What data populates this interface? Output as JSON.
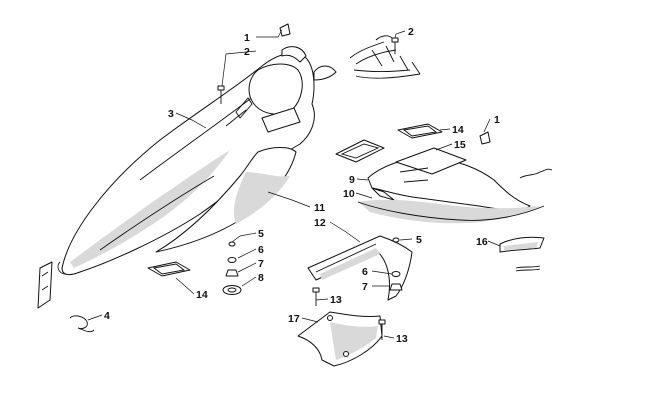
{
  "diagram": {
    "type": "exploded-parts-diagram",
    "colors": {
      "line": "#111111",
      "shade": "#d9d9d9",
      "background": "#ffffff"
    },
    "callouts": [
      {
        "id": "c1a",
        "text": "1"
      },
      {
        "id": "c2a",
        "text": "2"
      },
      {
        "id": "c2b",
        "text": "2"
      },
      {
        "id": "c3",
        "text": "3"
      },
      {
        "id": "c14a",
        "text": "14"
      },
      {
        "id": "c1b",
        "text": "1"
      },
      {
        "id": "c15",
        "text": "15"
      },
      {
        "id": "c9",
        "text": "9"
      },
      {
        "id": "c10",
        "text": "10"
      },
      {
        "id": "c11",
        "text": "11"
      },
      {
        "id": "c12",
        "text": "12"
      },
      {
        "id": "c5a",
        "text": "5"
      },
      {
        "id": "c6a",
        "text": "6"
      },
      {
        "id": "c7a",
        "text": "7"
      },
      {
        "id": "c8",
        "text": "8"
      },
      {
        "id": "c5b",
        "text": "5"
      },
      {
        "id": "c16",
        "text": "16"
      },
      {
        "id": "c6b",
        "text": "6"
      },
      {
        "id": "c7b",
        "text": "7"
      },
      {
        "id": "c14b",
        "text": "14"
      },
      {
        "id": "c4",
        "text": "4"
      },
      {
        "id": "c13a",
        "text": "13"
      },
      {
        "id": "c17",
        "text": "17"
      },
      {
        "id": "c13b",
        "text": "13"
      }
    ]
  }
}
